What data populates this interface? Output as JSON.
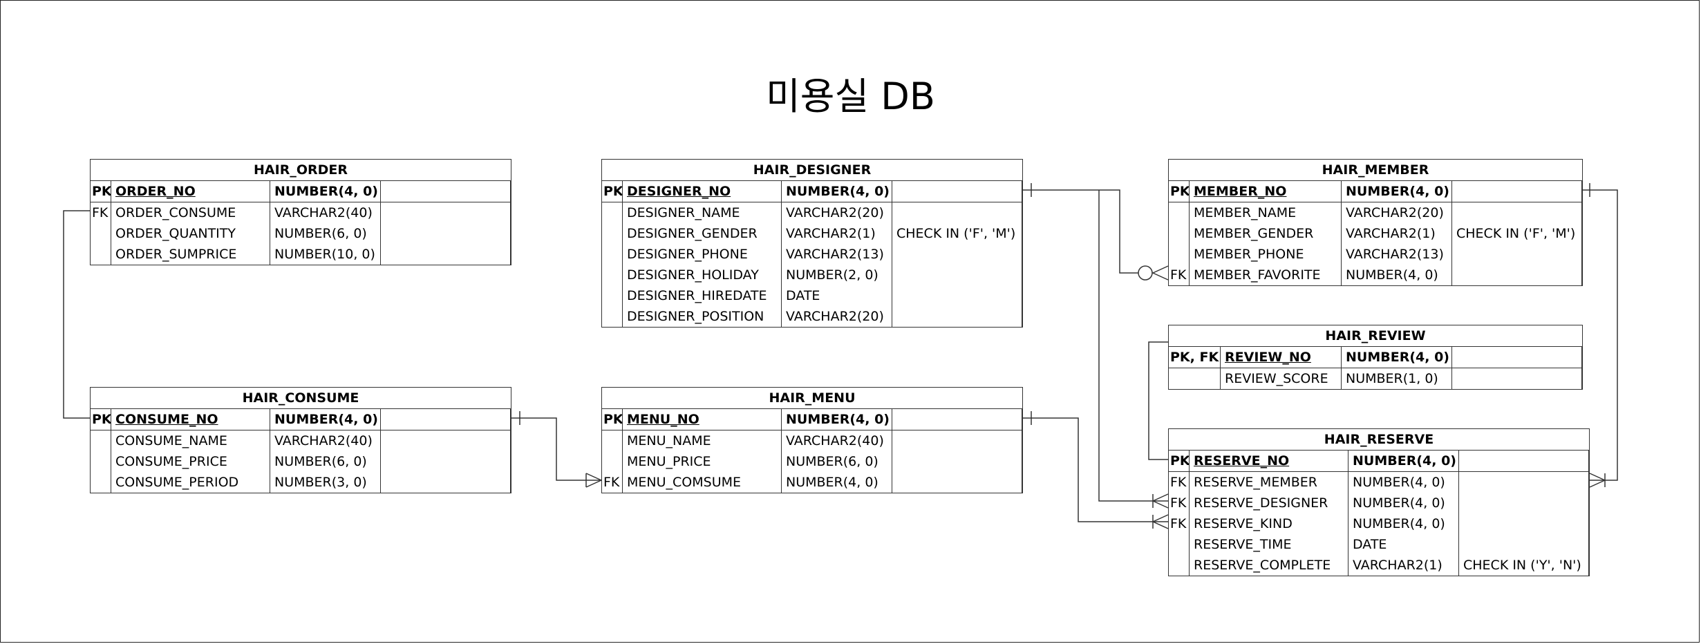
{
  "title": "미용실 DB",
  "tables": {
    "hair_order": {
      "name": "HAIR_ORDER",
      "rows": [
        {
          "key": "PK",
          "name": "ORDER_NO",
          "type": "NUMBER(4, 0)",
          "extra": ""
        },
        {
          "key": "FK",
          "name": "ORDER_CONSUME",
          "type": "VARCHAR2(40)",
          "extra": ""
        },
        {
          "key": "",
          "name": "ORDER_QUANTITY",
          "type": "NUMBER(6, 0)",
          "extra": ""
        },
        {
          "key": "",
          "name": "ORDER_SUMPRICE",
          "type": "NUMBER(10, 0)",
          "extra": ""
        }
      ]
    },
    "hair_designer": {
      "name": "HAIR_DESIGNER",
      "rows": [
        {
          "key": "PK",
          "name": "DESIGNER_NO",
          "type": "NUMBER(4, 0)",
          "extra": ""
        },
        {
          "key": "",
          "name": "DESIGNER_NAME",
          "type": "VARCHAR2(20)",
          "extra": ""
        },
        {
          "key": "",
          "name": "DESIGNER_GENDER",
          "type": "VARCHAR2(1)",
          "extra": "CHECK IN ('F', 'M')"
        },
        {
          "key": "",
          "name": "DESIGNER_PHONE",
          "type": "VARCHAR2(13)",
          "extra": ""
        },
        {
          "key": "",
          "name": "DESIGNER_HOLIDAY",
          "type": "NUMBER(2, 0)",
          "extra": ""
        },
        {
          "key": "",
          "name": "DESIGNER_HIREDATE",
          "type": "DATE",
          "extra": ""
        },
        {
          "key": "",
          "name": "DESIGNER_POSITION",
          "type": "VARCHAR2(20)",
          "extra": ""
        }
      ]
    },
    "hair_member": {
      "name": "HAIR_MEMBER",
      "rows": [
        {
          "key": "PK",
          "name": "MEMBER_NO",
          "type": "NUMBER(4, 0)",
          "extra": ""
        },
        {
          "key": "",
          "name": "MEMBER_NAME",
          "type": "VARCHAR2(20)",
          "extra": ""
        },
        {
          "key": "",
          "name": "MEMBER_GENDER",
          "type": "VARCHAR2(1)",
          "extra": "CHECK IN ('F', 'M')"
        },
        {
          "key": "",
          "name": "MEMBER_PHONE",
          "type": "VARCHAR2(13)",
          "extra": ""
        },
        {
          "key": "FK",
          "name": "MEMBER_FAVORITE",
          "type": "NUMBER(4, 0)",
          "extra": ""
        }
      ]
    },
    "hair_review": {
      "name": "HAIR_REVIEW",
      "rows": [
        {
          "key": "PK, FK",
          "name": "REVIEW_NO",
          "type": "NUMBER(4, 0)",
          "extra": ""
        },
        {
          "key": "",
          "name": "REVIEW_SCORE",
          "type": "NUMBER(1, 0)",
          "extra": ""
        }
      ]
    },
    "hair_consume": {
      "name": "HAIR_CONSUME",
      "rows": [
        {
          "key": "PK",
          "name": "CONSUME_NO",
          "type": "NUMBER(4, 0)",
          "extra": ""
        },
        {
          "key": "",
          "name": "CONSUME_NAME",
          "type": "VARCHAR2(40)",
          "extra": ""
        },
        {
          "key": "",
          "name": "CONSUME_PRICE",
          "type": "NUMBER(6, 0)",
          "extra": ""
        },
        {
          "key": "",
          "name": "CONSUME_PERIOD",
          "type": "NUMBER(3, 0)",
          "extra": ""
        }
      ]
    },
    "hair_menu": {
      "name": "HAIR_MENU",
      "rows": [
        {
          "key": "PK",
          "name": "MENU_NO",
          "type": "NUMBER(4, 0)",
          "extra": ""
        },
        {
          "key": "",
          "name": "MENU_NAME",
          "type": "VARCHAR2(40)",
          "extra": ""
        },
        {
          "key": "",
          "name": "MENU_PRICE",
          "type": "NUMBER(6, 0)",
          "extra": ""
        },
        {
          "key": "FK",
          "name": "MENU_COMSUME",
          "type": "NUMBER(4, 0)",
          "extra": ""
        }
      ]
    },
    "hair_reserve": {
      "name": "HAIR_RESERVE",
      "rows": [
        {
          "key": "PK",
          "name": "RESERVE_NO",
          "type": "NUMBER(4, 0)",
          "extra": ""
        },
        {
          "key": "FK",
          "name": "RESERVE_MEMBER",
          "type": "NUMBER(4, 0)",
          "extra": ""
        },
        {
          "key": "FK",
          "name": "RESERVE_DESIGNER",
          "type": "NUMBER(4, 0)",
          "extra": ""
        },
        {
          "key": "FK",
          "name": "RESERVE_KIND",
          "type": "NUMBER(4, 0)",
          "extra": ""
        },
        {
          "key": "",
          "name": "RESERVE_TIME",
          "type": "DATE",
          "extra": ""
        },
        {
          "key": "",
          "name": "RESERVE_COMPLETE",
          "type": "VARCHAR2(1)",
          "extra": "CHECK IN ('Y', 'N')"
        }
      ]
    }
  }
}
